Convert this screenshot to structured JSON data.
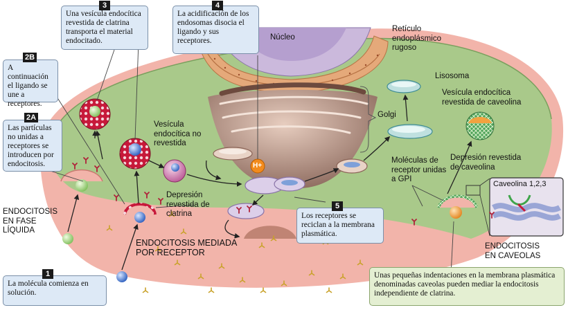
{
  "steps": [
    {
      "num": "1",
      "text": "La molécula comienza en solución."
    },
    {
      "num": "2A",
      "text": "Las partículas no unidas a receptores se introducen por endocitosis."
    },
    {
      "num": "2B",
      "text": "A continuación el ligando se une a receptores."
    },
    {
      "num": "3",
      "text": "Una vesícula endocítica revestida de clatrina transporta el material endocitado."
    },
    {
      "num": "4",
      "text": "La acidificación de los endosomas disocia el ligando y sus receptores."
    },
    {
      "num": "5",
      "text": "Los receptores se reciclan a la membrana plasmática."
    }
  ],
  "caveola_note": "Unas pequeñas indentaciones en la membrana plasmática denominadas caveolas pueden mediar la endocitosis independiente de clatrina.",
  "labels": {
    "nucleus": "Núcleo",
    "rer": "Retículo endoplásmico rugoso",
    "lysosome": "Lisosoma",
    "golgi": "Golgi",
    "caveolin_vesicle": "Vesícula endocítica revestida de caveolina",
    "caveolin_pit": "Depresión revestida de caveolina",
    "gpi": "Moléculas de receptor unidas a GPI",
    "caveolin_123": "Caveolina 1,2,3",
    "uncoated_vesicle": "Vesícula endocítica no revestida",
    "clathrin_pit": "Depresión revestida de clatrina",
    "fluid_phase": "ENDOCITOSIS EN FASE LÍQUIDA",
    "receptor_mediated": "ENDOCITOSIS MEDIADA POR RECEPTOR",
    "caveolae": "ENDOCITOSIS EN CAVEOLAS",
    "proton": "H+"
  },
  "colors": {
    "cytoplasm": "#a9c98a",
    "membrane": "#f2b4aa",
    "nucleus": "#cbb9dc",
    "golgi": "#a88478",
    "rer": "#e5a97a",
    "callout_bg": "#dde9f6",
    "note_bg": "#e4efd2"
  }
}
